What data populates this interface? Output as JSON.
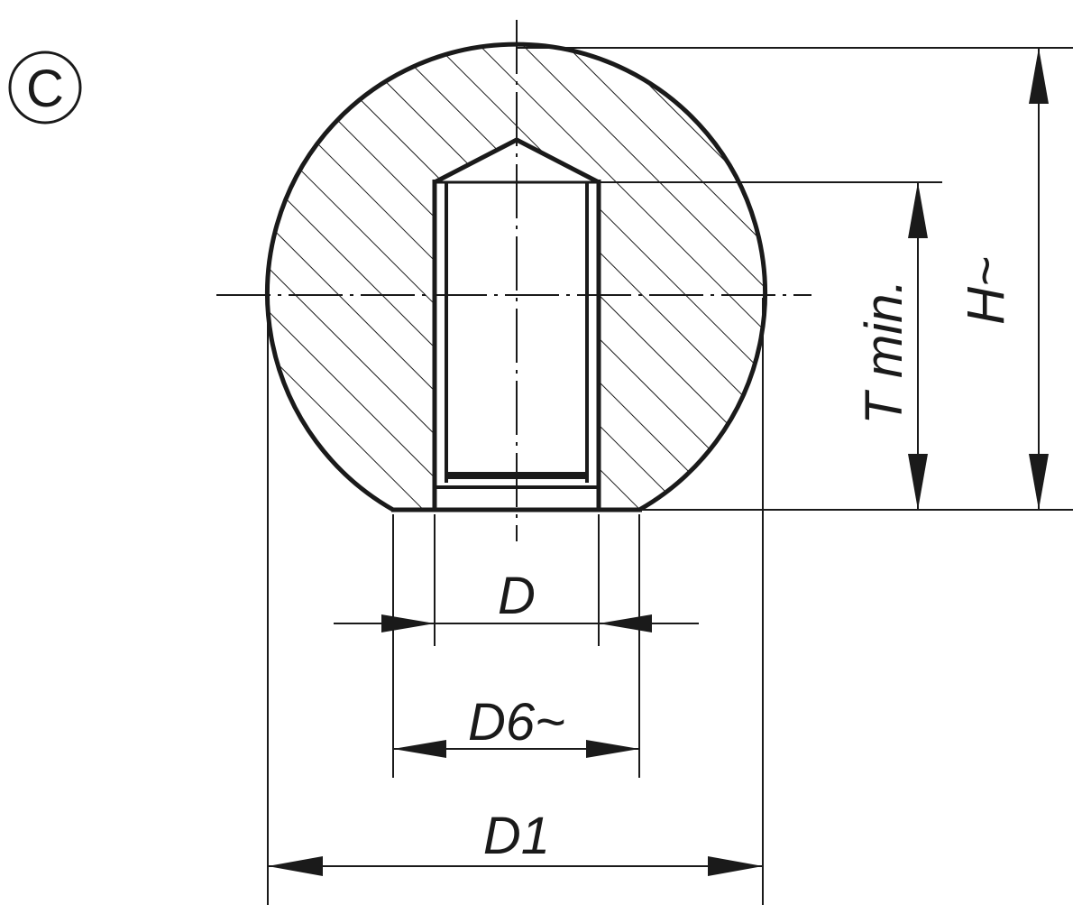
{
  "variant_marker": "C",
  "dimensions": {
    "thread": "D",
    "base_diameter": "D6~",
    "ball_diameter": "D1",
    "thread_depth": "T min.",
    "height": "H~"
  },
  "colors": {
    "line": "#1a1a1a",
    "background": "#ffffff"
  }
}
